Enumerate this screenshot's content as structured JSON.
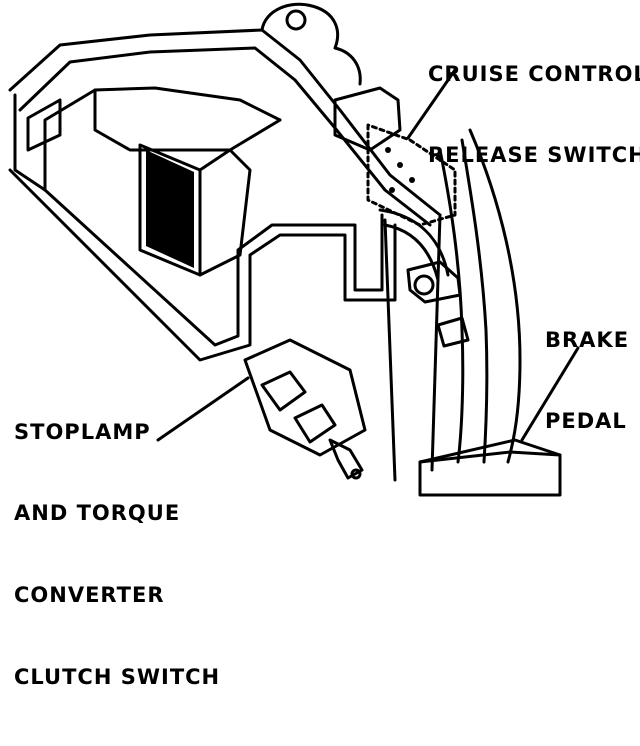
{
  "labels": {
    "cruise_control": [
      "CRUISE CONTROL",
      "RELEASE SWITCH"
    ],
    "brake_pedal": [
      "BRAKE",
      "PEDAL"
    ],
    "stoplamp_switch": [
      "STOPLAMP",
      "AND TORQUE",
      "CONVERTER",
      "CLUTCH SWITCH"
    ]
  },
  "colors": {
    "ink": "#000000",
    "paper": "#ffffff"
  }
}
